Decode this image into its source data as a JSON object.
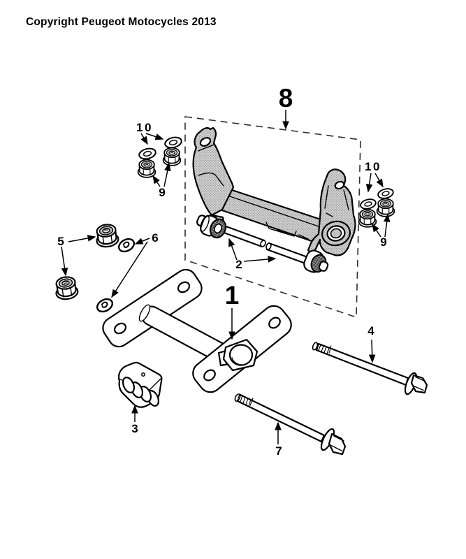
{
  "page": {
    "kind": "exploded-parts-diagram",
    "background": "#ffffff",
    "line_color": "#000000",
    "stipple_fill": "#d2d2d2",
    "knurl_fill": "#383838"
  },
  "copyright": "Copyright Peugeot Motocycles 2013",
  "callouts": {
    "n1": "1",
    "n2": "2",
    "n3": "3",
    "n4": "4",
    "n5": "5",
    "n6": "6",
    "n7": "7",
    "n8": "8",
    "n9": "9",
    "n10": "10"
  }
}
